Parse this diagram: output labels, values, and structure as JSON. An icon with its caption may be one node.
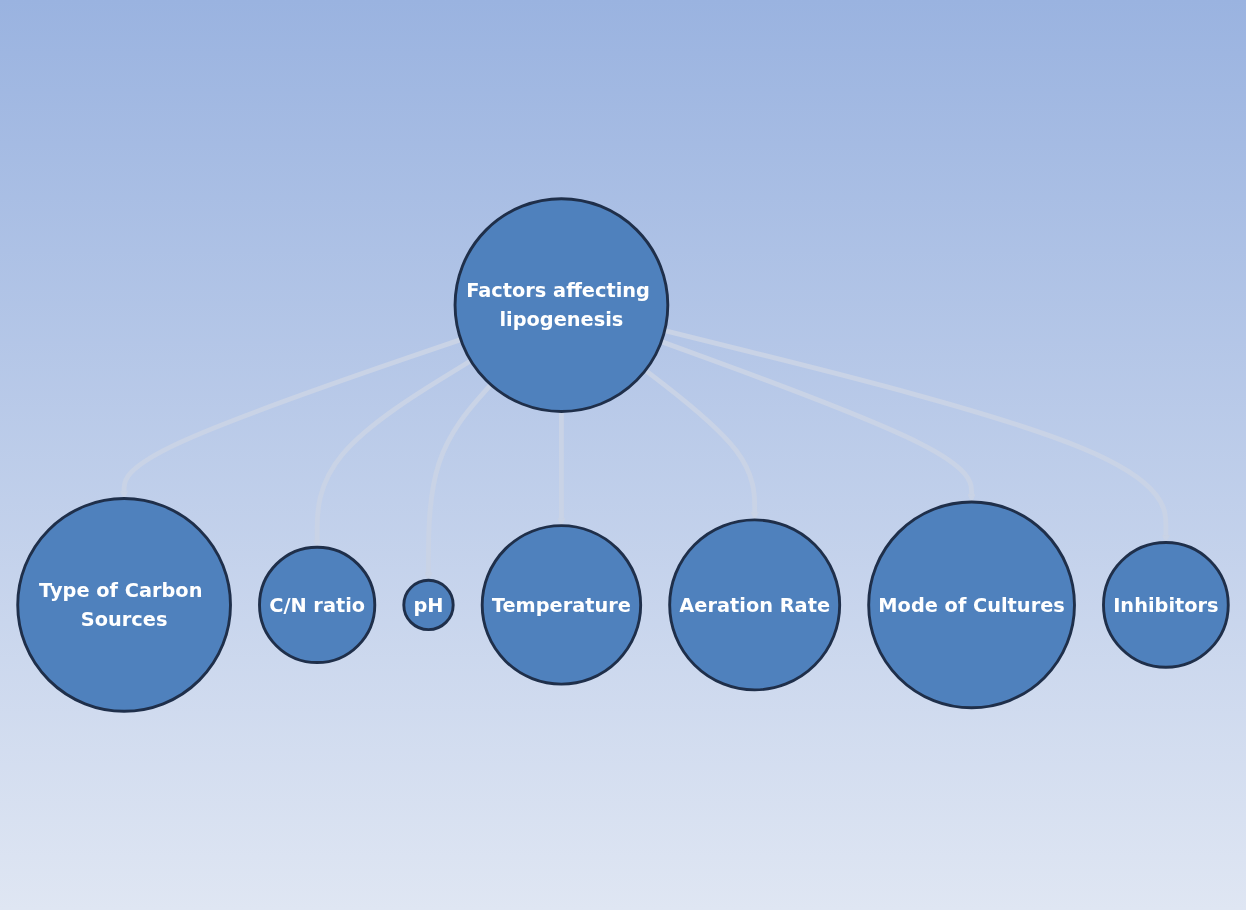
{
  "diagram": {
    "nodes": [
      {
        "text": [
          "Factors affecting lipogenesis"
        ]
      },
      {
        "text": [
          "Type of Carbon Sources"
        ]
      },
      {
        "text": [
          "C/N ratio"
        ]
      },
      {
        "text": [
          "pH"
        ]
      },
      {
        "text": [
          "Temperature"
        ]
      },
      {
        "text": [
          "Aeration Rate"
        ]
      },
      {
        "text": [
          "Mode of Cultures"
        ]
      },
      {
        "text": [
          "Inhibitors"
        ]
      }
    ],
    "edges": [
      {
        "from": 0,
        "to": 1,
        "arrow": "to"
      },
      {
        "from": 0,
        "to": 2,
        "arrow": "to"
      },
      {
        "from": 0,
        "to": 3,
        "arrow": "to"
      },
      {
        "from": 0,
        "to": 4,
        "arrow": "to"
      },
      {
        "from": 0,
        "to": 5,
        "arrow": "to"
      },
      {
        "from": 0,
        "to": 6,
        "arrow": "to"
      },
      {
        "from": 0,
        "to": 7,
        "arrow": "to"
      }
    ]
  }
}
